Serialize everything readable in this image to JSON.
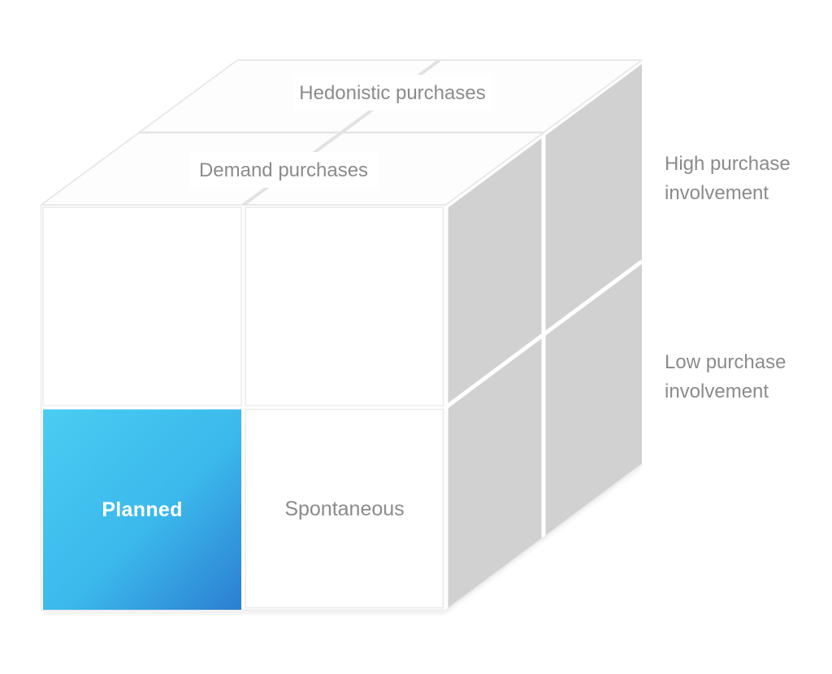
{
  "diagram": {
    "top_face_labels": {
      "back": "Hedonistic purchases",
      "front": "Demand purchases"
    },
    "front_cells": {
      "bottom_left": "Planned",
      "bottom_right": "Spontaneous"
    },
    "axis_labels": {
      "high": {
        "line1": "High purchase",
        "line2": "involvement"
      },
      "low": {
        "line1": "Low purchase",
        "line2": "involvement"
      }
    },
    "colors": {
      "highlight_gradient_start": "#4accf2",
      "highlight_gradient_mid": "#3bb9ec",
      "highlight_gradient_end": "#2c7ed1",
      "side_face_gray": "#d1d1d1",
      "edge_line_gray": "#e9e9e9",
      "text_gray": "#8b8b8b"
    }
  }
}
